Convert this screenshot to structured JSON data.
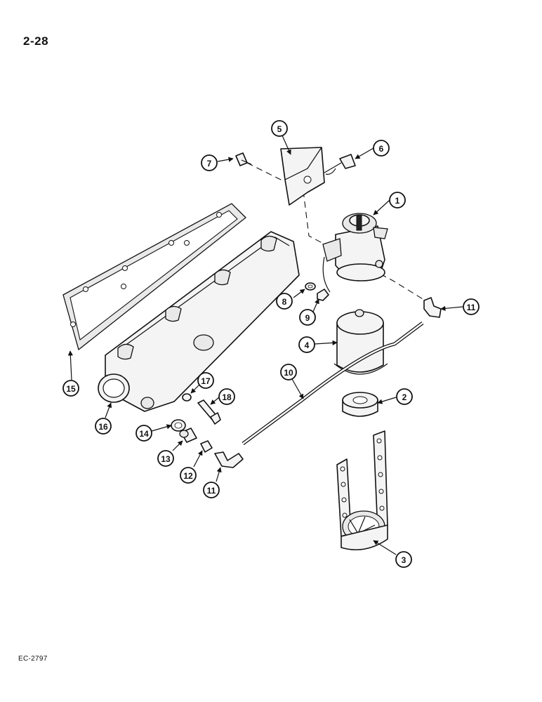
{
  "page_number": "2-28",
  "figure_code": "EC-2797",
  "callouts": [
    "1",
    "2",
    "3",
    "4",
    "5",
    "6",
    "7",
    "8",
    "9",
    "10",
    "11",
    "11",
    "12",
    "13",
    "14",
    "15",
    "16",
    "17",
    "18"
  ]
}
